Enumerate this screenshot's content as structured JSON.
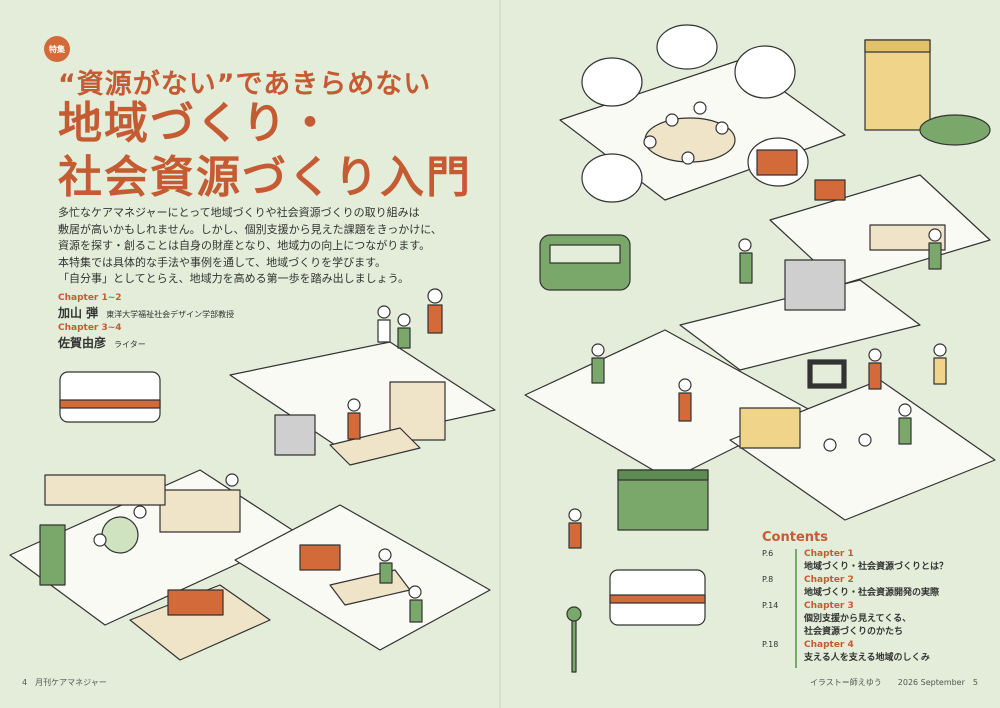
{
  "badge": "特集",
  "subtitle": "“資源がない”であきらめない",
  "title_line1": "地域づくり・",
  "title_line2": "社会資源づくり入門",
  "lead": [
    "多忙なケアマネジャーにとって地域づくりや社会資源づくりの取り組みは",
    "敷居が高いかもしれません。しかし、個別支援から見えた課題をきっかけに、",
    "資源を探す・創ることは自身の財産となり、地域力の向上につながります。",
    "本特集では具体的な手法や事例を通して、地域づくりを学びます。",
    "「自分事」としてとらえ、地域力を高める第一歩を踏み出しましょう。"
  ],
  "authors": [
    {
      "chapters": "Chapter 1~2",
      "name": "加山 弾",
      "affiliation": "東洋大学福祉社会デザイン学部教授"
    },
    {
      "chapters": "Chapter 3~4",
      "name": "佐賀由彦",
      "affiliation": "ライター"
    }
  ],
  "contents": {
    "title": "Contents",
    "items": [
      {
        "page": "P.6",
        "chapter": "Chapter 1",
        "lines": [
          "地域づくり・社会資源づくりとは？"
        ]
      },
      {
        "page": "P.8",
        "chapter": "Chapter 2",
        "lines": [
          "地域づくり・社会資源開発の実際"
        ]
      },
      {
        "page": "P.14",
        "chapter": "Chapter 3",
        "lines": [
          "個別支援から見えてくる、",
          "社会資源づくりのかたち"
        ]
      },
      {
        "page": "P.18",
        "chapter": "Chapter 4",
        "lines": [
          "支える人を支える地域のしくみ"
        ]
      }
    ]
  },
  "folio_left": "4　月刊ケアマネジャー",
  "folio_right": "イラスト＝師えゆう　　2026 September　5",
  "colors": {
    "accent": "#c55b33",
    "background": "#e3edd9",
    "green": "#7aa86a"
  }
}
